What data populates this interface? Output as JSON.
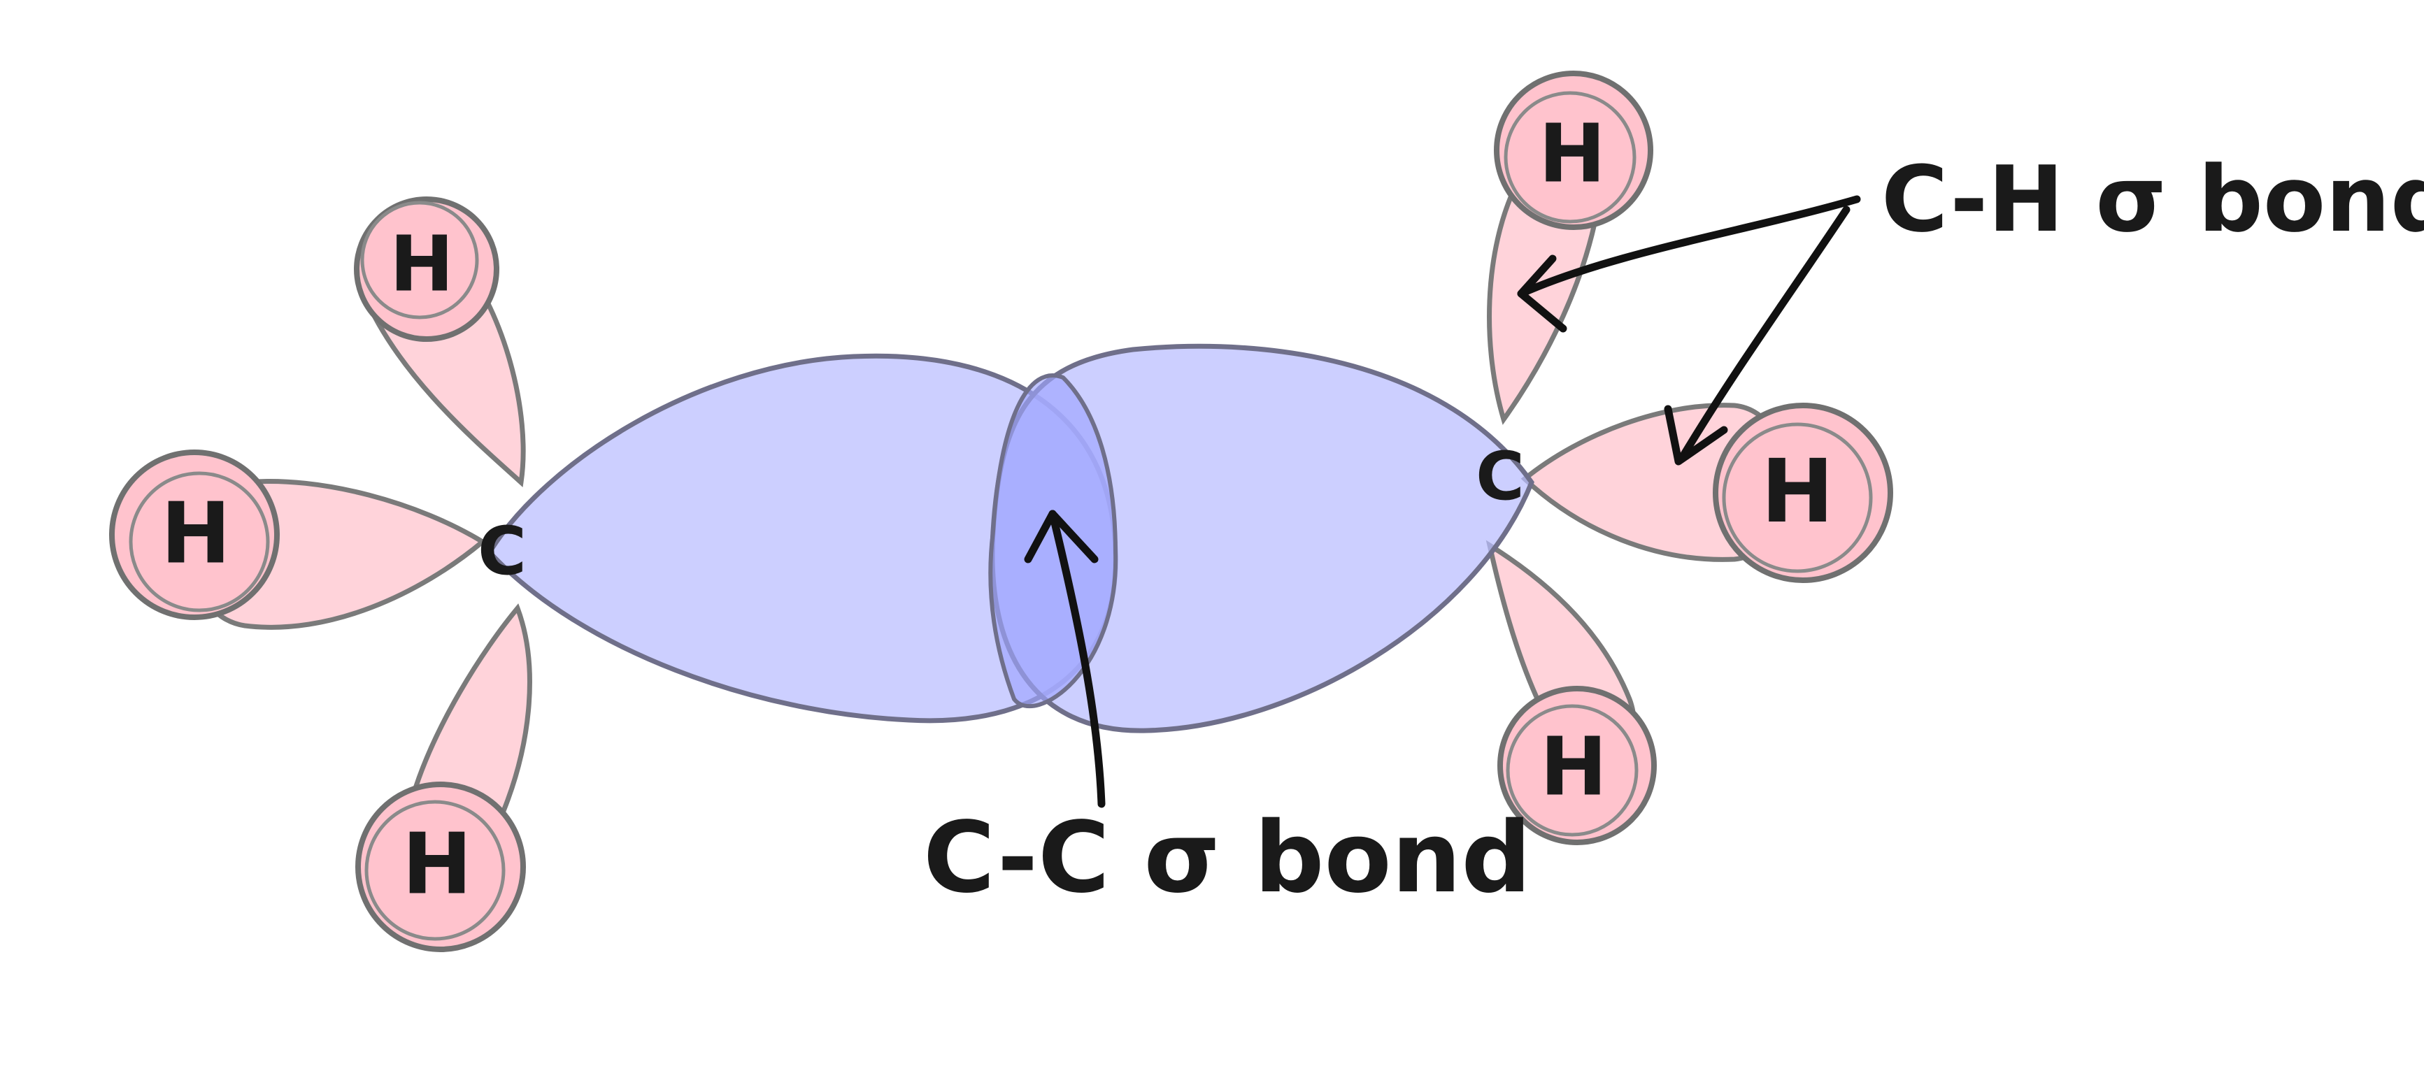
{
  "diagram": {
    "atoms": {
      "carbon_left": "C",
      "carbon_right": "C",
      "hydrogen_left_top": "H",
      "hydrogen_left_middle": "H",
      "hydrogen_left_bottom": "H",
      "hydrogen_right_top": "H",
      "hydrogen_right_middle": "H",
      "hydrogen_right_bottom": "H"
    },
    "labels": {
      "cc_bond": "C-C σ bond",
      "ch_bonds": "C-H σ bonds"
    },
    "colors": {
      "cc_orbital": "#b8bcff",
      "cc_overlap": "#9ea4ff",
      "ch_orbital": "#ffb8c4",
      "hydrogen": "#ffc3cd",
      "outline": "#707070",
      "ink": "#1a1a1a"
    }
  }
}
